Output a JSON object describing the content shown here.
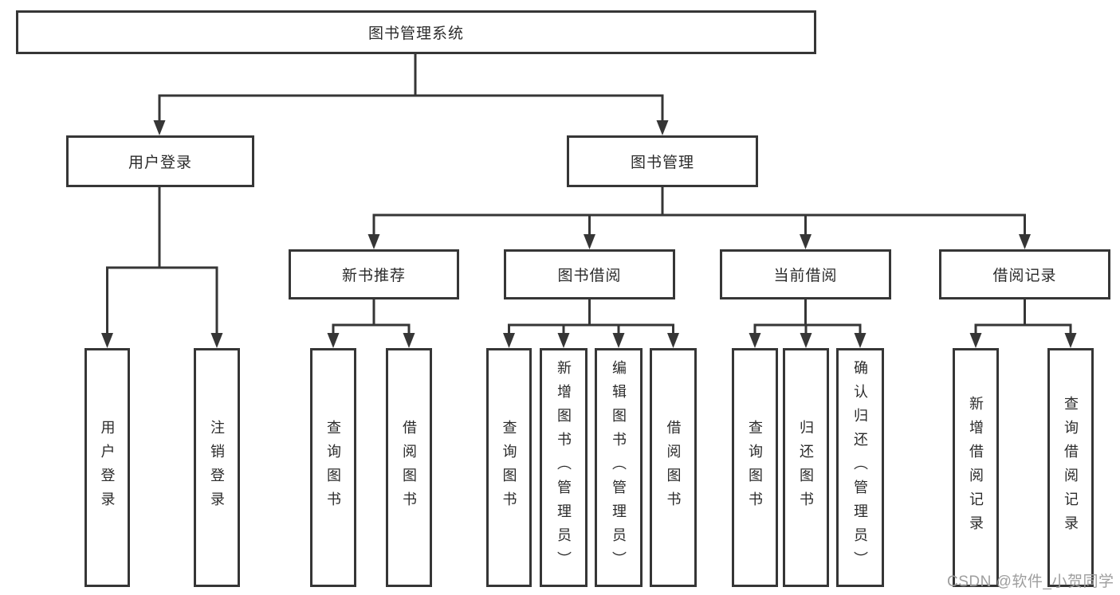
{
  "colors": {
    "line": "#363636",
    "node_border": "#363636",
    "text": "#2b2b2b",
    "watermark": "#9e9e9e",
    "background": "#ffffff"
  },
  "watermark": "CSDN @软件_小贺同学",
  "tree": {
    "root": {
      "label": "图书管理系统",
      "children": [
        {
          "label": "用户登录",
          "children": [
            {
              "label": "用户登录"
            },
            {
              "label": "注销登录"
            }
          ]
        },
        {
          "label": "图书管理",
          "children": [
            {
              "label": "新书推荐",
              "children": [
                {
                  "label": "查询图书"
                },
                {
                  "label": "借阅图书"
                }
              ]
            },
            {
              "label": "图书借阅",
              "children": [
                {
                  "label": "查询图书"
                },
                {
                  "label": "新增图书（管理员）"
                },
                {
                  "label": "编辑图书（管理员）"
                },
                {
                  "label": "借阅图书"
                }
              ]
            },
            {
              "label": "当前借阅",
              "children": [
                {
                  "label": "查询图书"
                },
                {
                  "label": "归还图书"
                },
                {
                  "label": "确认归还（管理员）"
                }
              ]
            },
            {
              "label": "借阅记录",
              "children": [
                {
                  "label": "新增借阅记录"
                },
                {
                  "label": "查询借阅记录"
                }
              ]
            }
          ]
        }
      ]
    }
  }
}
